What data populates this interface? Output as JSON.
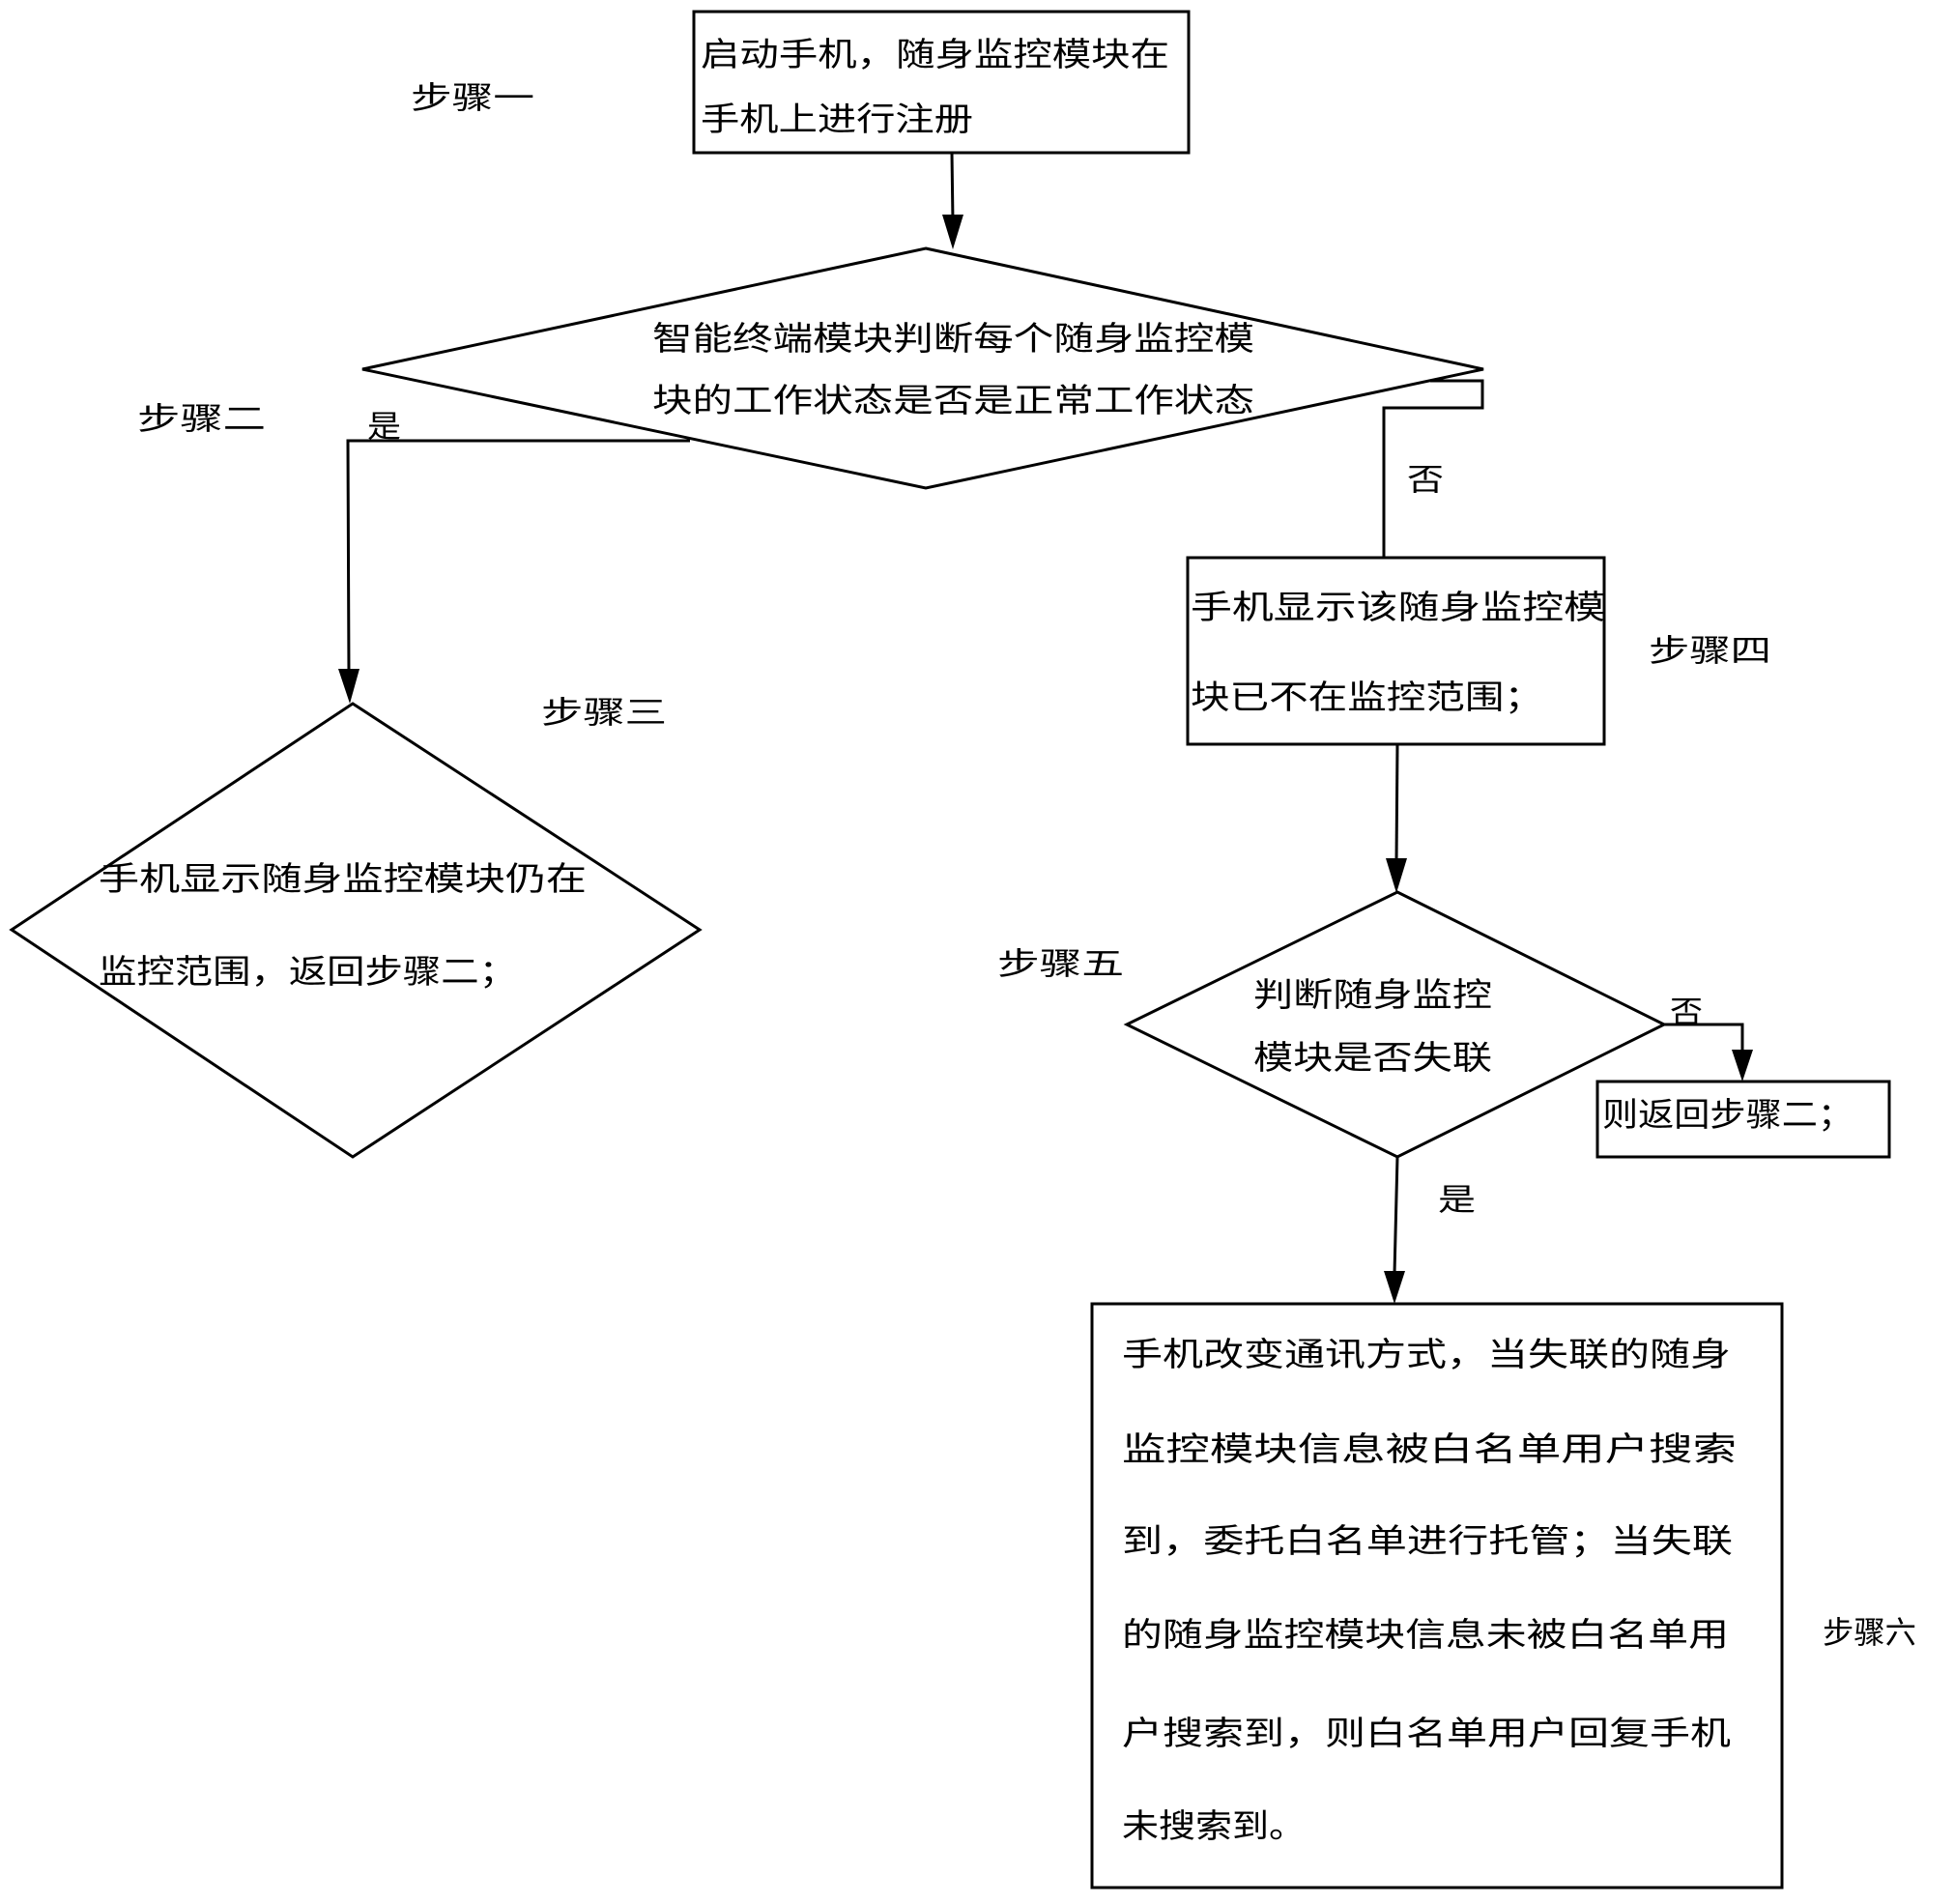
{
  "diagram": {
    "type": "flowchart",
    "colors": {
      "stroke": "#000000",
      "background": "#ffffff",
      "text": "#000000"
    },
    "step_labels": {
      "step1": "步骤一",
      "step2": "步骤二",
      "step3": "步骤三",
      "step4": "步骤四",
      "step5": "步骤五",
      "step6": "步骤六"
    },
    "nodes": {
      "start_box": {
        "shape": "rectangle",
        "lines": [
          "启动手机，随身监控模块在",
          "手机上进行注册"
        ]
      },
      "decision_status": {
        "shape": "diamond",
        "lines": [
          "智能终端模块判断每个随身监控模",
          "块的工作状态是否是正常工作状态"
        ]
      },
      "in_range_display": {
        "shape": "diamond",
        "lines": [
          "手机显示随身监控模块仍在",
          "监控范围，返回步骤二；"
        ]
      },
      "out_of_range_box": {
        "shape": "rectangle",
        "lines": [
          "手机显示该随身监控模",
          "块已不在监控范围；"
        ]
      },
      "decision_lost": {
        "shape": "diamond",
        "lines": [
          "判断随身监控",
          "模块是否失联"
        ]
      },
      "return_box": {
        "shape": "rectangle",
        "lines": [
          "则返回步骤二；"
        ]
      },
      "whitelist_box": {
        "shape": "rectangle",
        "lines": [
          "手机改变通讯方式，当失联的随身",
          "监控模块信息被白名单用户搜索",
          "到，委托白名单进行托管；当失联",
          "的随身监控模块信息未被白名单用",
          "户搜索到，则白名单用户回复手机",
          "未搜索到。"
        ]
      }
    },
    "edges": [
      {
        "from": "start_box",
        "to": "decision_status",
        "label": ""
      },
      {
        "from": "decision_status",
        "to": "in_range_display",
        "label": "是"
      },
      {
        "from": "decision_status",
        "to": "out_of_range_box",
        "label": "否"
      },
      {
        "from": "out_of_range_box",
        "to": "decision_lost",
        "label": ""
      },
      {
        "from": "decision_lost",
        "to": "return_box",
        "label": "否"
      },
      {
        "from": "decision_lost",
        "to": "whitelist_box",
        "label": "是"
      }
    ],
    "branch_labels": {
      "status_yes": "是",
      "status_no": "否",
      "lost_no": "否",
      "lost_yes": "是"
    }
  }
}
